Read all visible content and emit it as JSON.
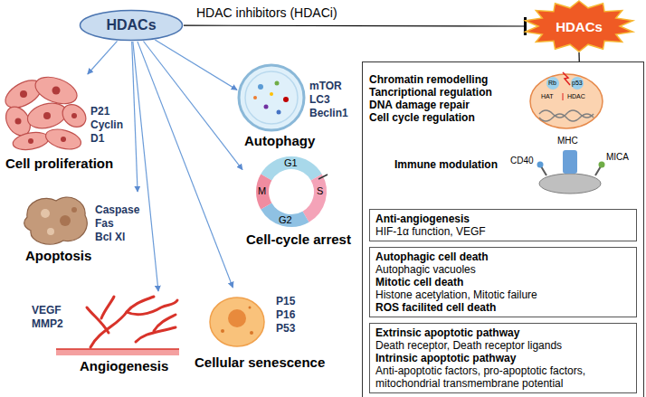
{
  "diagram": {
    "nodes": [
      {
        "text": [
          "HDACs"
        ]
      },
      {
        "text": [
          "HDACs"
        ]
      },
      {
        "text": [
          "Cell proliferation",
          "P21",
          "Cyclin",
          "D1"
        ]
      },
      {
        "text": [
          "Autophagy",
          "mTOR",
          "LC3",
          "Beclin1"
        ]
      },
      {
        "text": [
          "Apoptosis",
          "Caspase",
          "Fas",
          "Bcl Xl"
        ]
      },
      {
        "text": [
          "Cell-cycle arrest"
        ]
      },
      {
        "text": [
          "Angiogenesis",
          "VEGF",
          "MMP2"
        ]
      },
      {
        "text": [
          "Cellular senescence",
          "P15",
          "P16",
          "P53"
        ]
      },
      {
        "text": [
          "Chromatin remodelling",
          "Tancriptional regulation",
          "DNA damage repair",
          "Cell cycle regulation",
          "Immune modulation"
        ]
      },
      {
        "text": [
          "Anti-angiogenesis",
          "HIF-1α function, VEGF"
        ],
        "in": 8
      },
      {
        "text": [
          "Autophagic cell death",
          "Autophagic vacuoles",
          "Mitotic cell death",
          "Histone acetylation, Mitotic failure",
          "ROS facilited cell death"
        ],
        "in": 8
      },
      {
        "text": [
          "Extrinsic apoptotic pathway",
          "Death receptor, Death receptor ligands",
          "Intrinsic apoptotic pathway",
          "Anti-apoptotic factors, pro-apoptotic factors, mitochondrial transmembrane potential"
        ],
        "in": 8
      }
    ],
    "edges": [
      {
        "from": 0,
        "to": 1,
        "label": "HDAC inhibitors (HDACi)",
        "arrow": "to"
      },
      {
        "from": 1,
        "to": 8,
        "arrow": "none"
      },
      {
        "from": 0,
        "to": 2,
        "arrow": "to"
      },
      {
        "from": 0,
        "to": 3,
        "arrow": "to"
      },
      {
        "from": 0,
        "to": 4,
        "arrow": "to"
      },
      {
        "from": 0,
        "to": 5,
        "arrow": "to"
      },
      {
        "from": 0,
        "to": 6,
        "arrow": "to"
      },
      {
        "from": 0,
        "to": 7,
        "arrow": "to"
      }
    ],
    "labels": [
      "Rb",
      "p53",
      "HAT",
      "HDAC",
      "CD40",
      "MHC",
      "MICA",
      "G1",
      "S",
      "G2",
      "M"
    ]
  }
}
